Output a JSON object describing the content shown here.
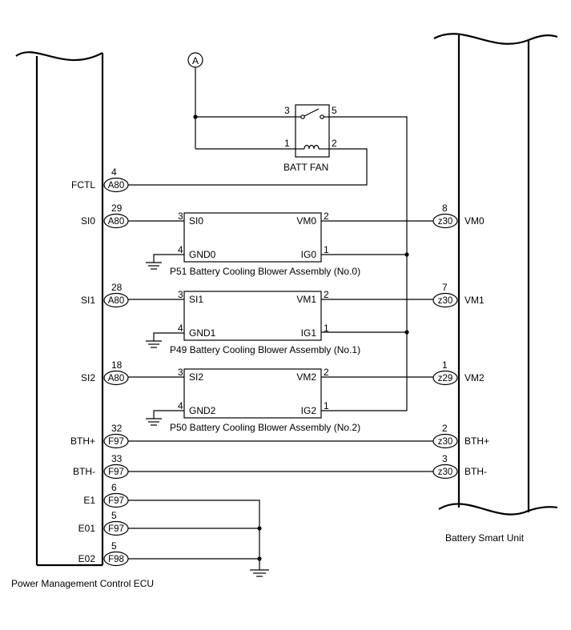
{
  "ecu": {
    "name": "Power Management Control ECU",
    "pins": [
      {
        "label": "FCTL",
        "pin": "4",
        "connector": "A80"
      },
      {
        "label": "SI0",
        "pin": "29",
        "connector": "A80"
      },
      {
        "label": "SI1",
        "pin": "28",
        "connector": "A80"
      },
      {
        "label": "SI2",
        "pin": "18",
        "connector": "A80"
      },
      {
        "label": "BTH+",
        "pin": "32",
        "connector": "F97"
      },
      {
        "label": "BTH-",
        "pin": "33",
        "connector": "F97"
      },
      {
        "label": "E1",
        "pin": "6",
        "connector": "F97"
      },
      {
        "label": "E01",
        "pin": "5",
        "connector": "F97"
      },
      {
        "label": "E02",
        "pin": "5",
        "connector": "F98"
      }
    ]
  },
  "battery_unit": {
    "name": "Battery Smart Unit",
    "pins": [
      {
        "label": "VM0",
        "pin": "8",
        "connector": "z30"
      },
      {
        "label": "VM1",
        "pin": "7",
        "connector": "z30"
      },
      {
        "label": "VM2",
        "pin": "1",
        "connector": "z29"
      },
      {
        "label": "BTH+",
        "pin": "2",
        "connector": "z30"
      },
      {
        "label": "BTH-",
        "pin": "3",
        "connector": "z30"
      }
    ]
  },
  "relay": {
    "name": "BATT FAN",
    "pins": [
      "3",
      "5",
      "1",
      "2"
    ],
    "source_label": "A"
  },
  "blowers": [
    {
      "id": "P51",
      "title": "Battery Cooling Blower Assembly (No.0)",
      "si": "SI0",
      "vm": "VM0",
      "gnd": "GND0",
      "ig": "IG0",
      "pin_si": "3",
      "pin_vm": "2",
      "pin_gnd": "4",
      "pin_ig": "1"
    },
    {
      "id": "P49",
      "title": "Battery Cooling Blower Assembly (No.1)",
      "si": "SI1",
      "vm": "VM1",
      "gnd": "GND1",
      "ig": "IG1",
      "pin_si": "3",
      "pin_vm": "2",
      "pin_gnd": "4",
      "pin_ig": "1"
    },
    {
      "id": "P50",
      "title": "Battery Cooling Blower Assembly (No.2)",
      "si": "SI2",
      "vm": "VM2",
      "gnd": "GND2",
      "ig": "IG2",
      "pin_si": "3",
      "pin_vm": "2",
      "pin_gnd": "4",
      "pin_ig": "1"
    }
  ]
}
